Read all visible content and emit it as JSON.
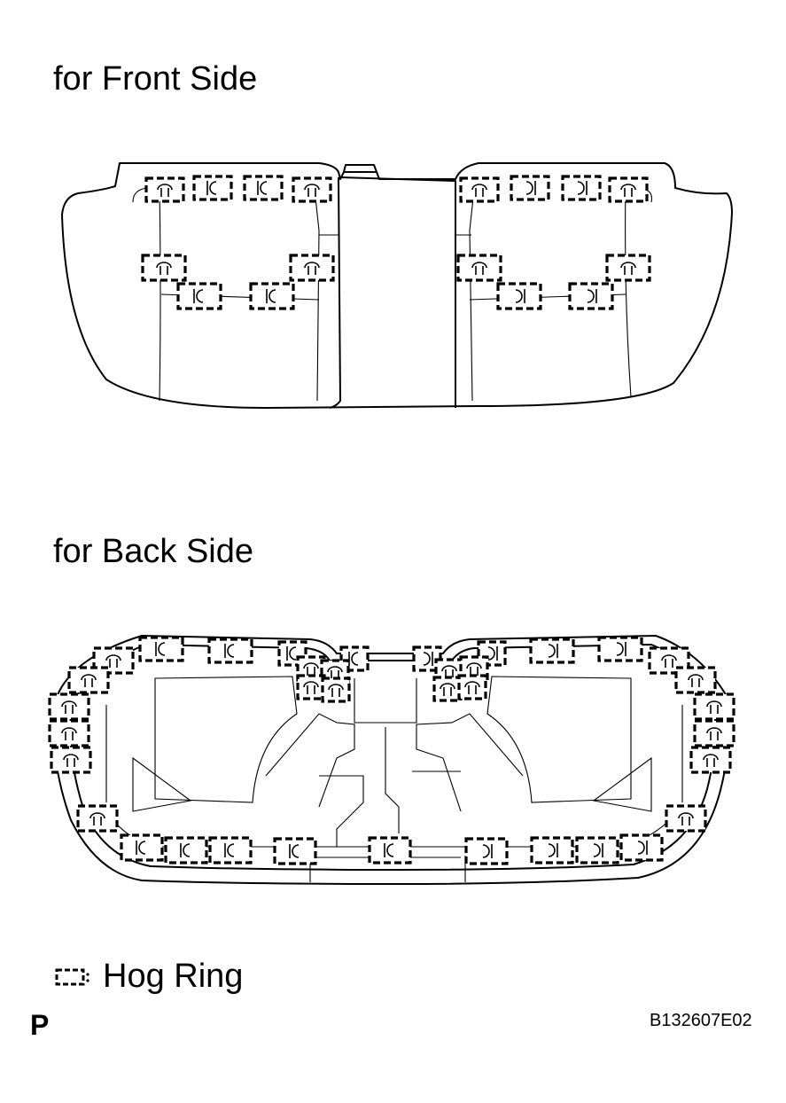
{
  "front": {
    "title": "for Front Side"
  },
  "back": {
    "title": "for Back Side"
  },
  "legend": {
    "icon": "hog-ring-dashed-box-icon",
    "label": "Hog Ring"
  },
  "footer": {
    "panel_letter": "P",
    "figure_code": "B132607E02"
  }
}
